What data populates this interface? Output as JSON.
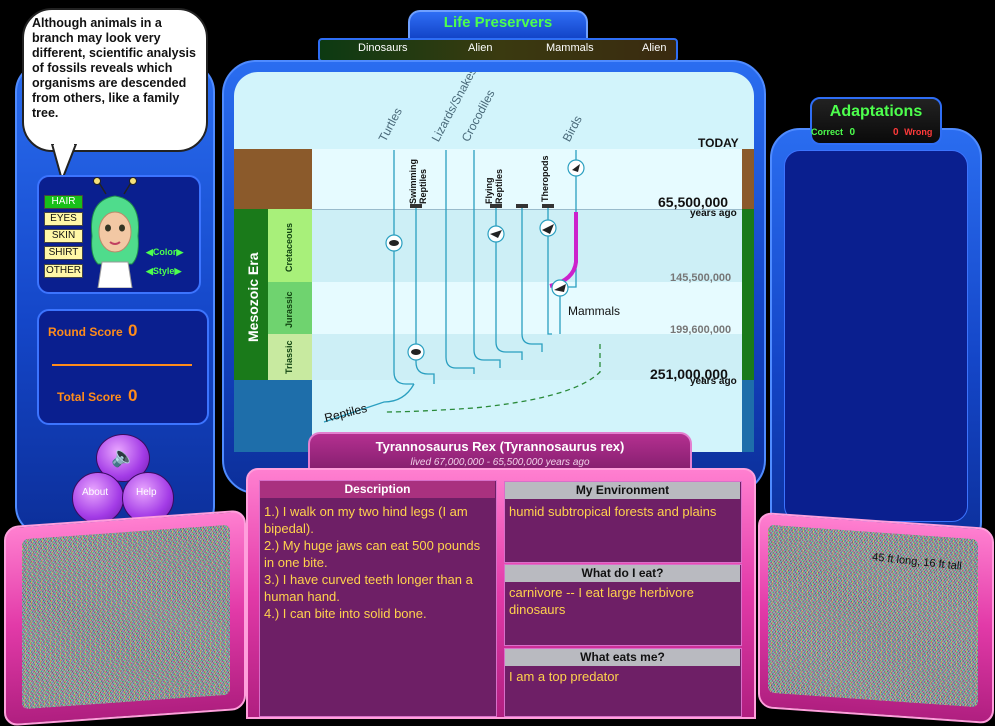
{
  "header": {
    "title": "Life Preservers",
    "tabs": [
      "Dinosaurs",
      "Alien",
      "Mammals",
      "Alien"
    ]
  },
  "speech_bubble": {
    "text": "Although animals in a branch may look very different, scientific analysis of fossils reveals which organisms are descended from others, like a family tree."
  },
  "avatar": {
    "buttons": [
      "HAIR",
      "EYES",
      "SKIN",
      "SHIRT",
      "OTHER"
    ],
    "active": "HAIR",
    "color_label": "Color",
    "style_label": "Style"
  },
  "scores": {
    "round_label": "Round Score",
    "round_value": "0",
    "total_label": "Total Score",
    "total_value": "0"
  },
  "controls": {
    "about_label": "About",
    "help_label": "Help"
  },
  "adaptations": {
    "title": "Adaptations",
    "correct_label": "Correct",
    "correct_value": "0",
    "wrong_value": "0",
    "wrong_label": "Wrong"
  },
  "timeline": {
    "era": "Mesozoic Era",
    "periods": [
      "Cretaceous",
      "Jurassic",
      "Triassic"
    ],
    "today": "TODAY",
    "ages": {
      "a1_big": "65,500,000",
      "a1_sub": "years ago",
      "a2": "145,500,000",
      "a3": "199,600,000",
      "a4_big": "251,000,000",
      "a4_sub": "years ago"
    },
    "clades": [
      "Turtles",
      "Lizards/Snakes",
      "Crocodiles",
      "Birds"
    ],
    "small_clades": [
      "Swimming Reptiles",
      "Flying Reptiles",
      "Theropods"
    ],
    "mammals": "Mammals",
    "reptiles": "Reptiles"
  },
  "creature": {
    "name": "Tyrannosaurus Rex (Tyrannosaurus rex)",
    "lived": "lived 67,000,000 - 65,500,000 years ago"
  },
  "info": {
    "description_title": "Description",
    "description": [
      "1.) I walk on my two hind legs (I am bipedal).",
      "2.) My huge jaws can eat 500 pounds in one bite.",
      "3.) I have curved teeth longer than a human hand.",
      "4.) I can bite into solid bone."
    ],
    "environment_title": "My Environment",
    "environment": "humid subtropical forests and plains",
    "eat_title": "What do I eat?",
    "eat": "carnivore -- I eat large herbivore dinosaurs",
    "eaten_title": "What eats me?",
    "eaten": "I am a top predator"
  },
  "right_screen": {
    "size_text": "45 ft long, 16 ft tall"
  },
  "colors": {
    "frame_blue": "#1446c8",
    "frame_pink": "#e23aa8",
    "score_orange": "#ff8c1a",
    "correct_green": "#4dff4d",
    "wrong_red": "#ff3a3a",
    "bird_line": "#cc22cc"
  }
}
